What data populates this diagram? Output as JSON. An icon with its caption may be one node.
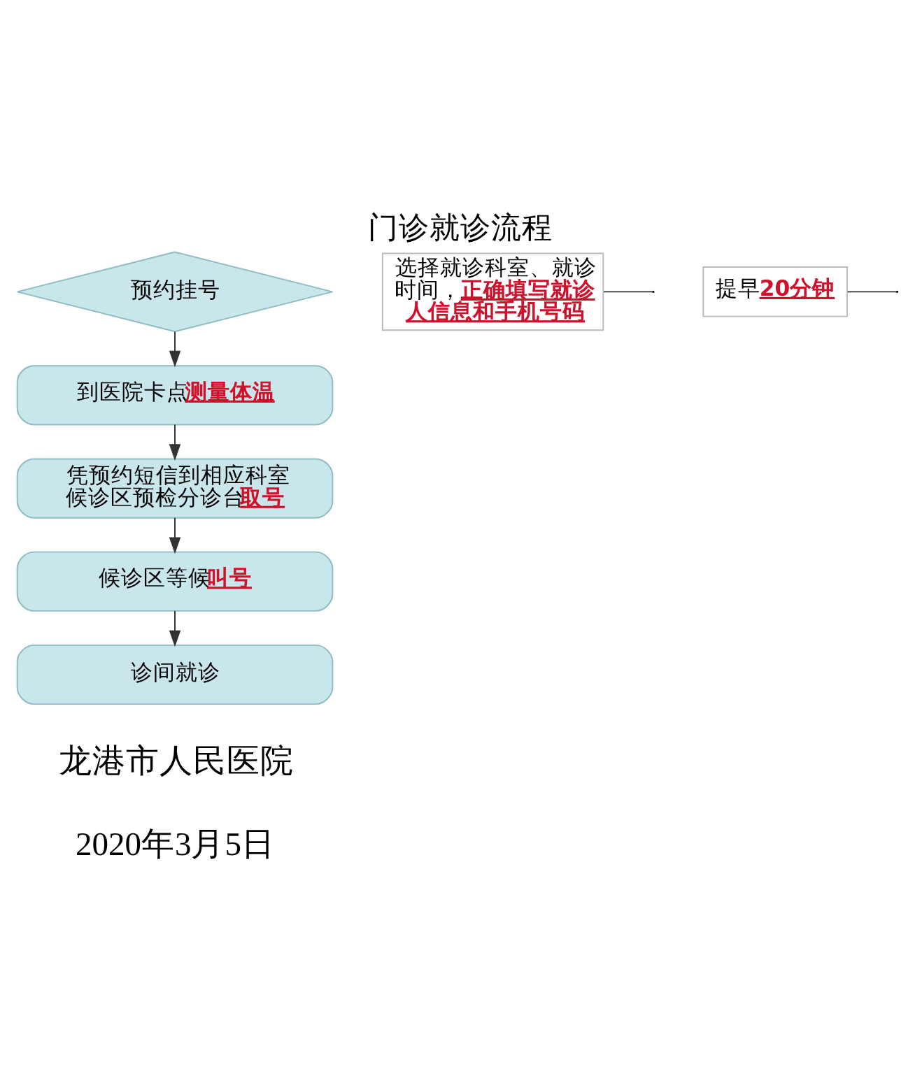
{
  "diagram": {
    "title": "门诊就诊流程",
    "nodes": [
      {
        "text": [
          "预约挂号"
        ]
      },
      {
        "text": [
          "选择就诊科室、就诊时间，**正确填写就诊人信息和手机号码**"
        ]
      },
      {
        "text": [
          "到医院卡点**测量体温**"
        ]
      },
      {
        "text": [
          "提早**20分钟**"
        ]
      },
      {
        "text": [
          "凭预约短信到相应科室候诊区预检分诊台**取号**"
        ]
      },
      {
        "text": [
          "候诊区等候**叫号**"
        ]
      },
      {
        "text": [
          "诊间就诊"
        ]
      }
    ],
    "edges": [
      {
        "from": 0,
        "to": 2,
        "arrow": "to"
      },
      {
        "from": 1,
        "to": null,
        "arrow": "none"
      },
      {
        "from": 2,
        "to": 4,
        "arrow": "to"
      },
      {
        "from": 3,
        "to": null,
        "arrow": "none"
      },
      {
        "from": 4,
        "to": 5,
        "arrow": "to"
      },
      {
        "from": 5,
        "to": 6,
        "arrow": "to"
      }
    ],
    "labels": [
      "龙港市人民医院",
      "2020年3月5日"
    ]
  }
}
